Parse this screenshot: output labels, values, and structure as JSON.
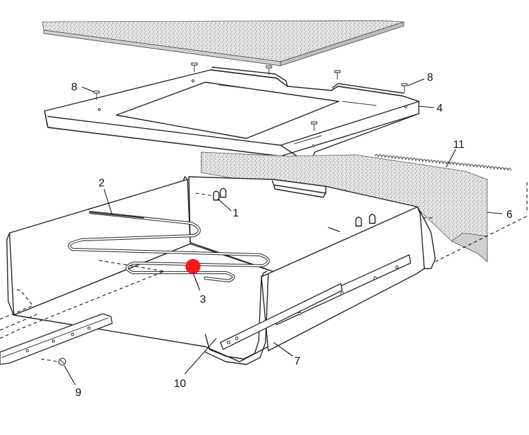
{
  "callouts": {
    "c1": "1",
    "c2": "2",
    "c3": "3",
    "c4": "4",
    "c6": "6",
    "c7": "7",
    "c8a": "8",
    "c8b": "8",
    "c9": "9",
    "c10": "10",
    "c11": "11"
  },
  "marker": {
    "color": "#ee1c1c"
  }
}
